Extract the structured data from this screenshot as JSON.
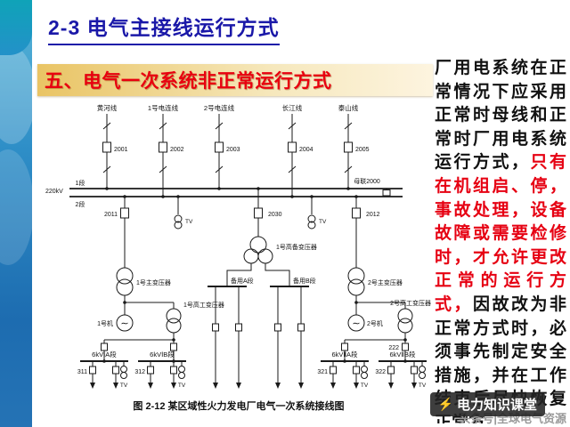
{
  "slide": {
    "title": "2-3 电气主接线运行方式",
    "subtitle": "五、电气一次系统非正常运行方式",
    "caption": "图 2-12 某区域性火力发电厂电气一次系统接线图"
  },
  "note": {
    "part1": "厂用电系统在正常情况下应采用正常时母线和正常时厂用电系统运行方式，",
    "part2": "只有在机组启、停，事故处理，设备故障或需要检修时，才允许更改正常的运行方式，",
    "part3": "因故改为非正常方式时，必须事先制定安全措施，并在工作结束后尽快恢复正常方"
  },
  "diagram": {
    "feeders": [
      {
        "label": "黄河线",
        "num": "2001"
      },
      {
        "label": "1号电连线",
        "num": "2002"
      },
      {
        "label": "2号电连线",
        "num": "2003"
      },
      {
        "label": "长江线",
        "num": "2004"
      },
      {
        "label": "泰山线",
        "num": "2005"
      }
    ],
    "bus": {
      "voltage": "220kV",
      "s1": "1段",
      "s2": "2段",
      "coupler": "母联2000"
    },
    "nums": {
      "n2011": "2011",
      "n2030": "2030",
      "n2012": "2012",
      "n222": "222",
      "n311": "311",
      "n312": "312",
      "n321": "321",
      "n322": "322"
    },
    "xfmr": {
      "main1": "1号主变压器",
      "standby": "1号高备变压器",
      "main2": "2号主变压器",
      "aux1": "1号高工变压器",
      "aux2": "2号高工变压器"
    },
    "gen": {
      "g1": "1号机",
      "g2": "2号机",
      "symbol": "∼"
    },
    "spare": {
      "a": "备用A段",
      "b": "备用B段"
    },
    "kv6": [
      "6kVⅠA段",
      "6kVⅠB段",
      "6kVⅡA段",
      "6kVⅡB段"
    ],
    "tv": "TV"
  },
  "watermark": {
    "logo": "⚡",
    "brand": "电力知识课堂",
    "sub": "头条号|全球电气资源"
  }
}
